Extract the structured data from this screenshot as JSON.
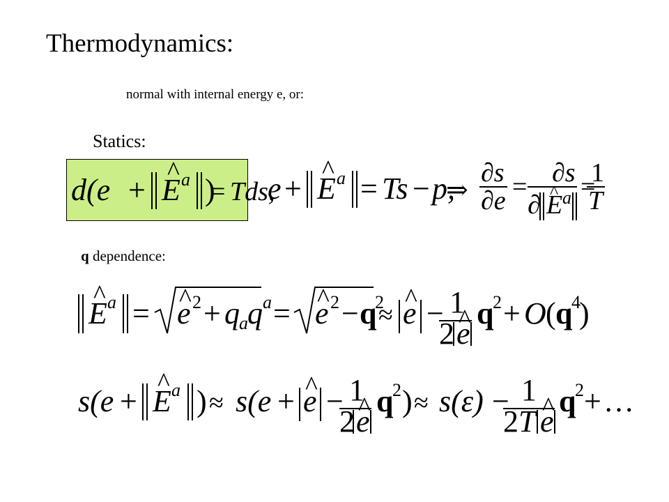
{
  "slide": {
    "title": "Thermodynamics:",
    "subtitle": "normal with internal energy e, or:",
    "statics_label": "Statics:",
    "q_dependence": {
      "bold": "q",
      "rest": " dependence:"
    }
  }
}
